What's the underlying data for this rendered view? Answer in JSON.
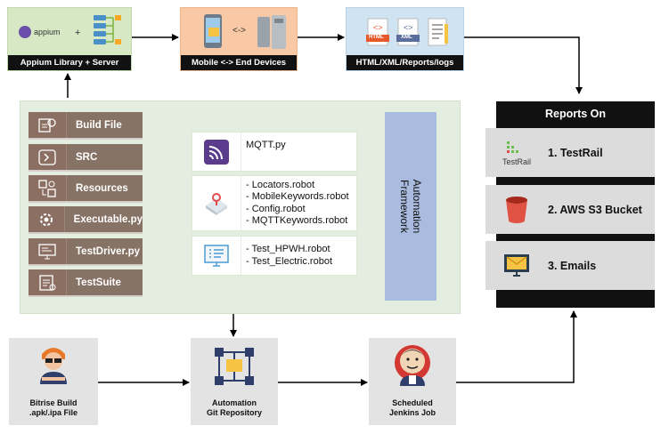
{
  "top": {
    "appium": {
      "logo_text": "appium",
      "plus": "+",
      "caption": "Appium Library + Server"
    },
    "mobile": {
      "arrows": "<->",
      "caption": "Mobile <-> End Devices"
    },
    "reports_files": {
      "html": "HTML",
      "xml": "XML",
      "caption": "HTML/XML/Reports/logs"
    }
  },
  "left_items": [
    {
      "label": "Build File",
      "icon": "build-icon"
    },
    {
      "label": "SRC",
      "icon": "src-icon"
    },
    {
      "label": "Resources",
      "icon": "resources-icon"
    },
    {
      "label": "Executable.py",
      "icon": "gear-icon"
    },
    {
      "label": "TestDriver.py",
      "icon": "monitor-icon"
    },
    {
      "label": "TestSuite",
      "icon": "suite-icon"
    }
  ],
  "files": {
    "mqtt": {
      "line1": "MQTT.py"
    },
    "resources": {
      "line1": "- Locators.robot",
      "line2": "- MobileKeywords.robot",
      "line3": "- Config.robot",
      "line4": "- MQTTKeywords.robot"
    },
    "tests": {
      "line1": "- Test_HPWH.robot",
      "line2": "- Test_Electric.robot"
    }
  },
  "framework": {
    "line1": "Automation",
    "line2": "Framework"
  },
  "reports": {
    "header": "Reports On",
    "items": [
      {
        "label": "1. TestRail",
        "icon_text": "TestRail"
      },
      {
        "label": "2. AWS S3 Bucket"
      },
      {
        "label": "3. Emails"
      }
    ]
  },
  "bottom": {
    "bitrise": {
      "line1": "Bitrise Build",
      "line2": ".apk/.ipa File"
    },
    "git": {
      "line1": "Automation",
      "line2": "Git Repository"
    },
    "jenkins": {
      "line1": "Scheduled",
      "line2": "Jenkins Job"
    }
  },
  "colors": {
    "green": "#d6e8c4",
    "orange": "#f8c9a4",
    "blue": "#cfe3f2",
    "tile": "#877266",
    "framework": "#a9bcdf",
    "black": "#111111"
  }
}
